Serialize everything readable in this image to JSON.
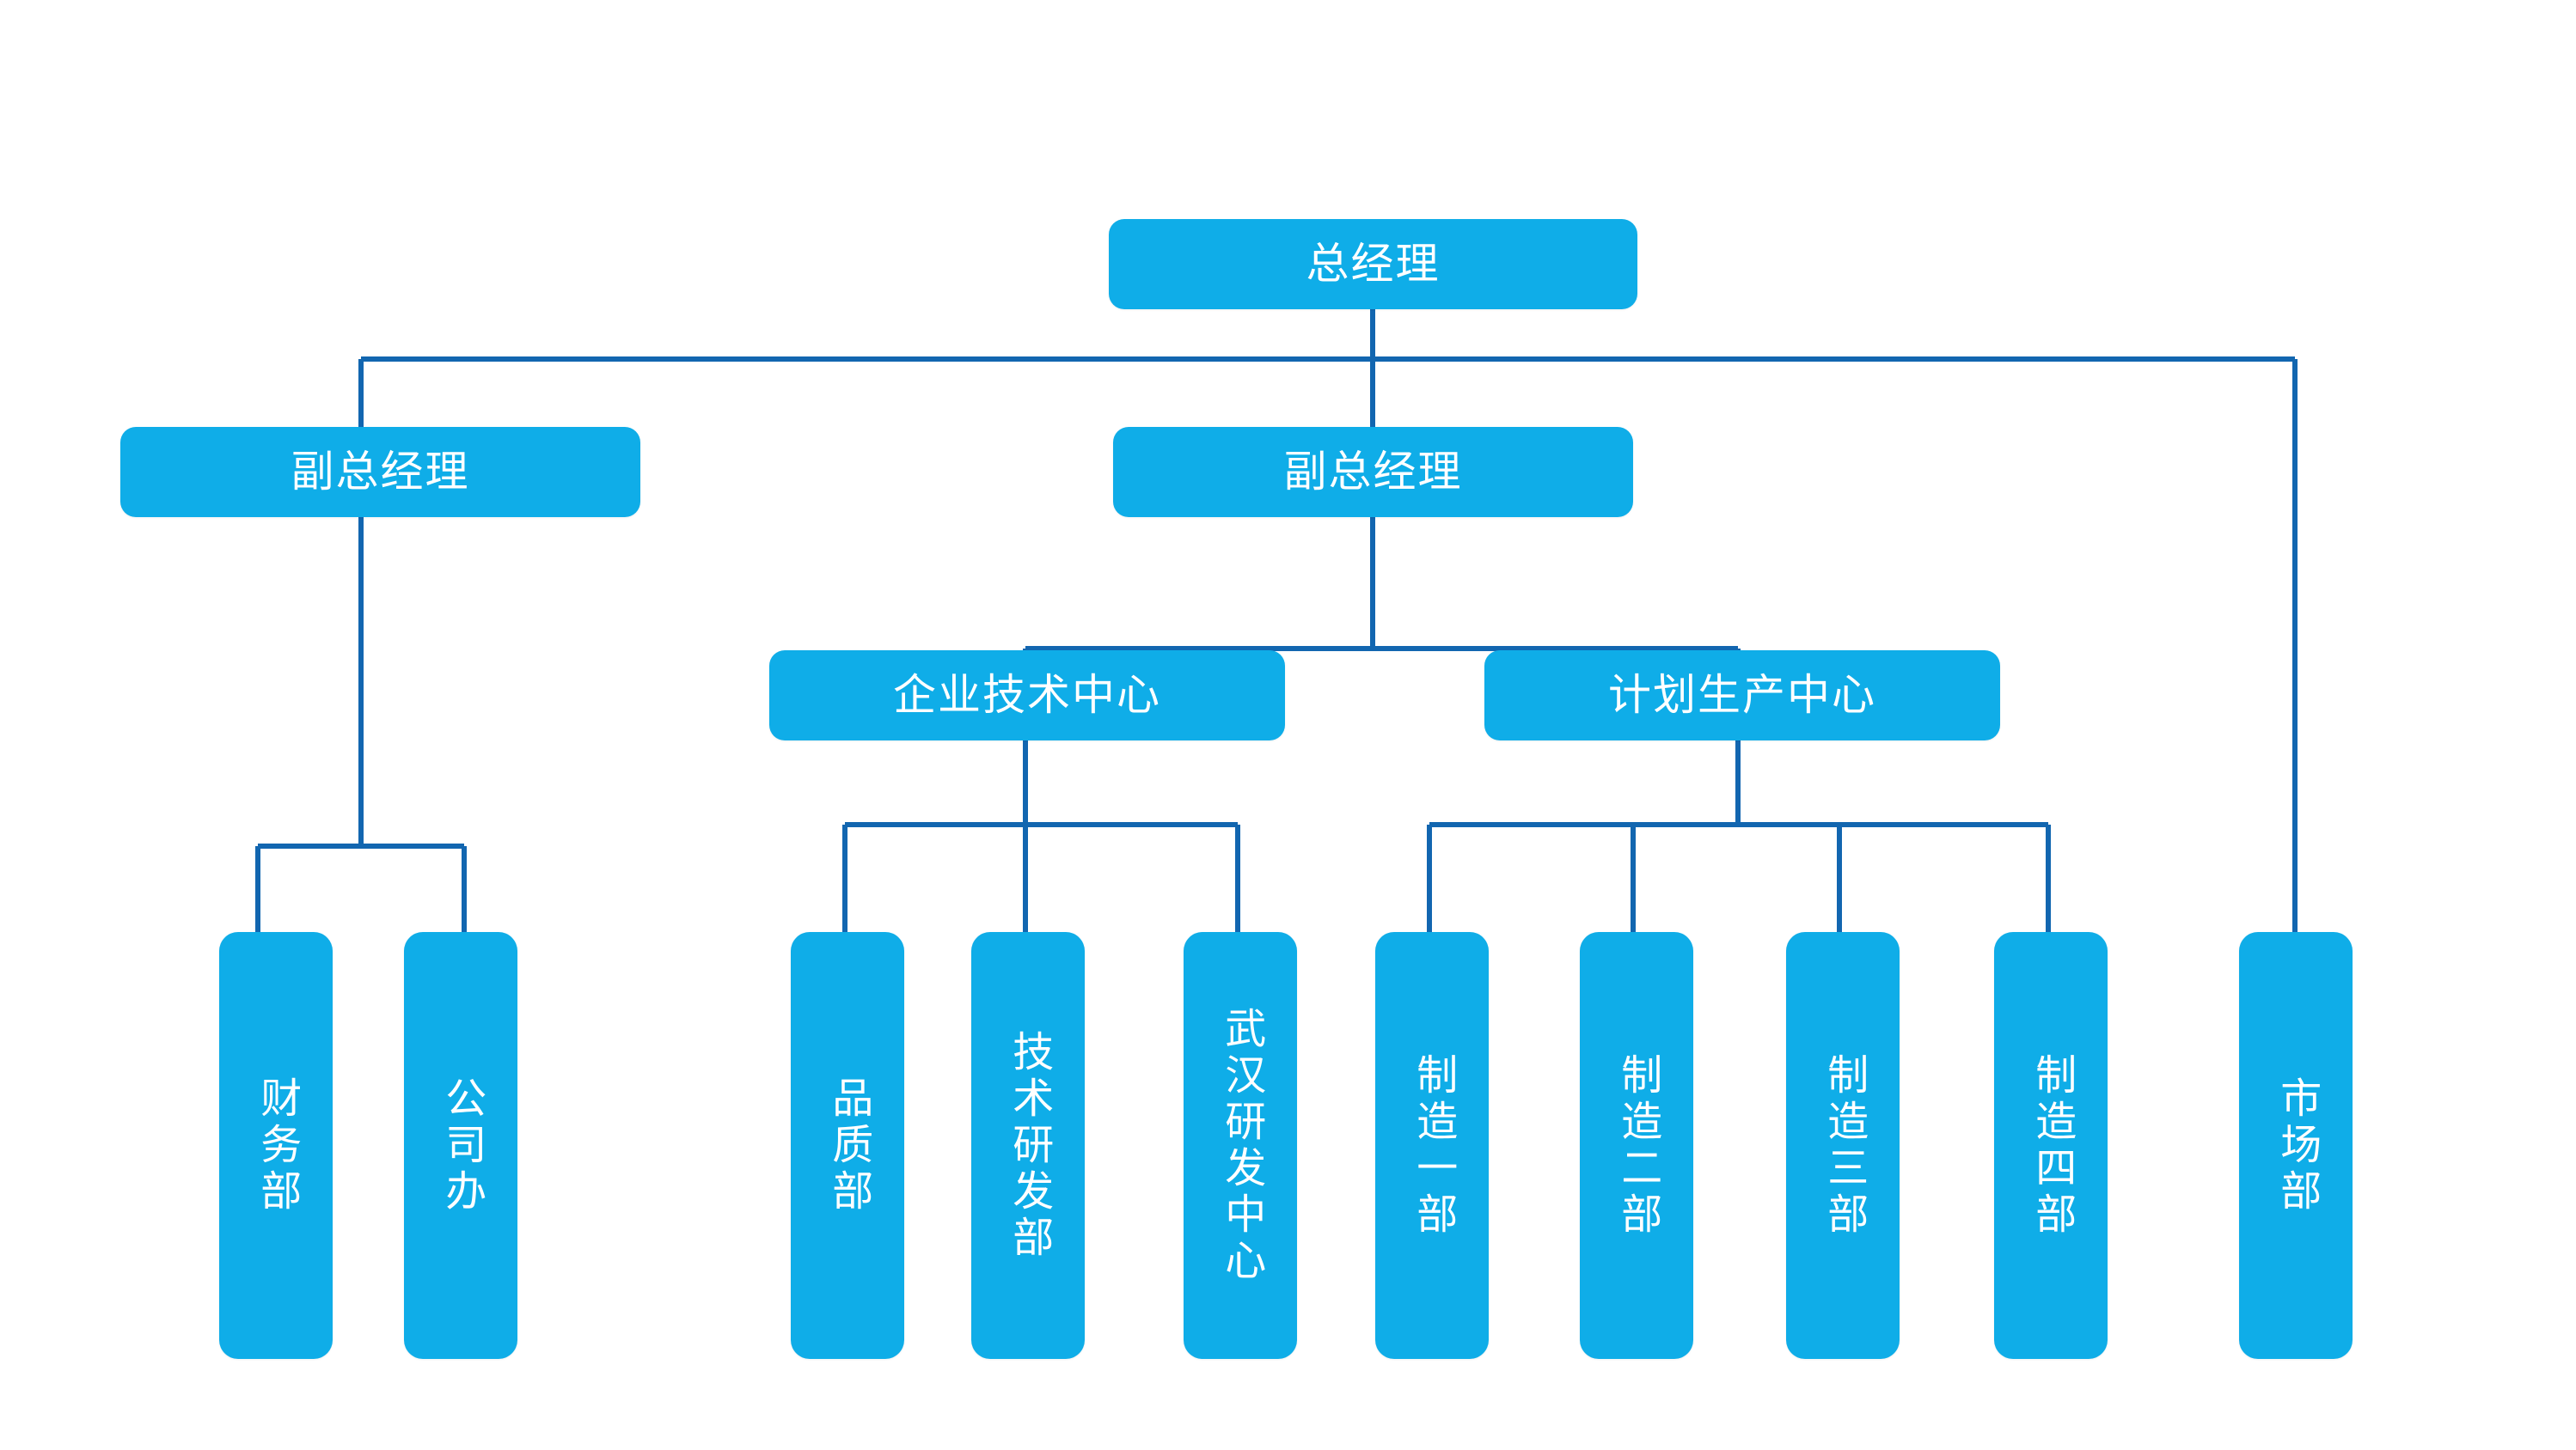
{
  "chart_data": {
    "type": "diagram",
    "title": "",
    "diagram_kind": "organization-chart",
    "orientation": "top-down",
    "node_fill_color": "#0FADE8",
    "node_text_color": "#FFFFFF",
    "connector_color": "#1266B0",
    "background_color": "#FFFFFF",
    "levels": 4,
    "nodes": [
      {
        "id": "gm",
        "label": "总经理",
        "level": 1,
        "parent": null
      },
      {
        "id": "dgm1",
        "label": "副总经理",
        "level": 2,
        "parent": "gm"
      },
      {
        "id": "dgm2",
        "label": "副总经理",
        "level": 2,
        "parent": "gm"
      },
      {
        "id": "etc",
        "label": "企业技术中心",
        "level": 3,
        "parent": "dgm2"
      },
      {
        "id": "ppc",
        "label": "计划生产中心",
        "level": 3,
        "parent": "dgm2"
      },
      {
        "id": "fin",
        "label": "财务部",
        "level": 4,
        "parent": "dgm1"
      },
      {
        "id": "office",
        "label": "公司办",
        "level": 4,
        "parent": "dgm1"
      },
      {
        "id": "qa",
        "label": "品质部",
        "level": 4,
        "parent": "etc"
      },
      {
        "id": "rnd",
        "label": "技术研发部",
        "level": 4,
        "parent": "etc"
      },
      {
        "id": "whrnd",
        "label": "武汉研发中心",
        "level": 4,
        "parent": "etc"
      },
      {
        "id": "mfg1",
        "label": "制造一部",
        "level": 4,
        "parent": "ppc"
      },
      {
        "id": "mfg2",
        "label": "制造二部",
        "level": 4,
        "parent": "ppc"
      },
      {
        "id": "mfg3",
        "label": "制造三部",
        "level": 4,
        "parent": "ppc"
      },
      {
        "id": "mfg4",
        "label": "制造四部",
        "level": 4,
        "parent": "ppc"
      },
      {
        "id": "market",
        "label": "市场部",
        "level": 4,
        "parent": "gm"
      }
    ]
  },
  "chart": {
    "root": {
      "label": "总经理"
    },
    "deputies": [
      {
        "label": "副总经理"
      },
      {
        "label": "副总经理"
      }
    ],
    "centers": [
      {
        "label": "企业技术中心"
      },
      {
        "label": "计划生产中心"
      }
    ],
    "departments": {
      "admin": [
        {
          "label": "财务部"
        },
        {
          "label": "公司办"
        }
      ],
      "technology": [
        {
          "label": "品质部"
        },
        {
          "label": "技术研发部"
        },
        {
          "label": "武汉研发中心"
        }
      ],
      "production": [
        {
          "label": "制造一部"
        },
        {
          "label": "制造二部"
        },
        {
          "label": "制造三部"
        },
        {
          "label": "制造四部"
        }
      ],
      "direct": [
        {
          "label": "市场部"
        }
      ]
    }
  },
  "colors": {
    "node_fill": "#0FADE8",
    "node_text": "#FFFFFF",
    "connector": "#1266B0",
    "background": "#FFFFFF"
  }
}
